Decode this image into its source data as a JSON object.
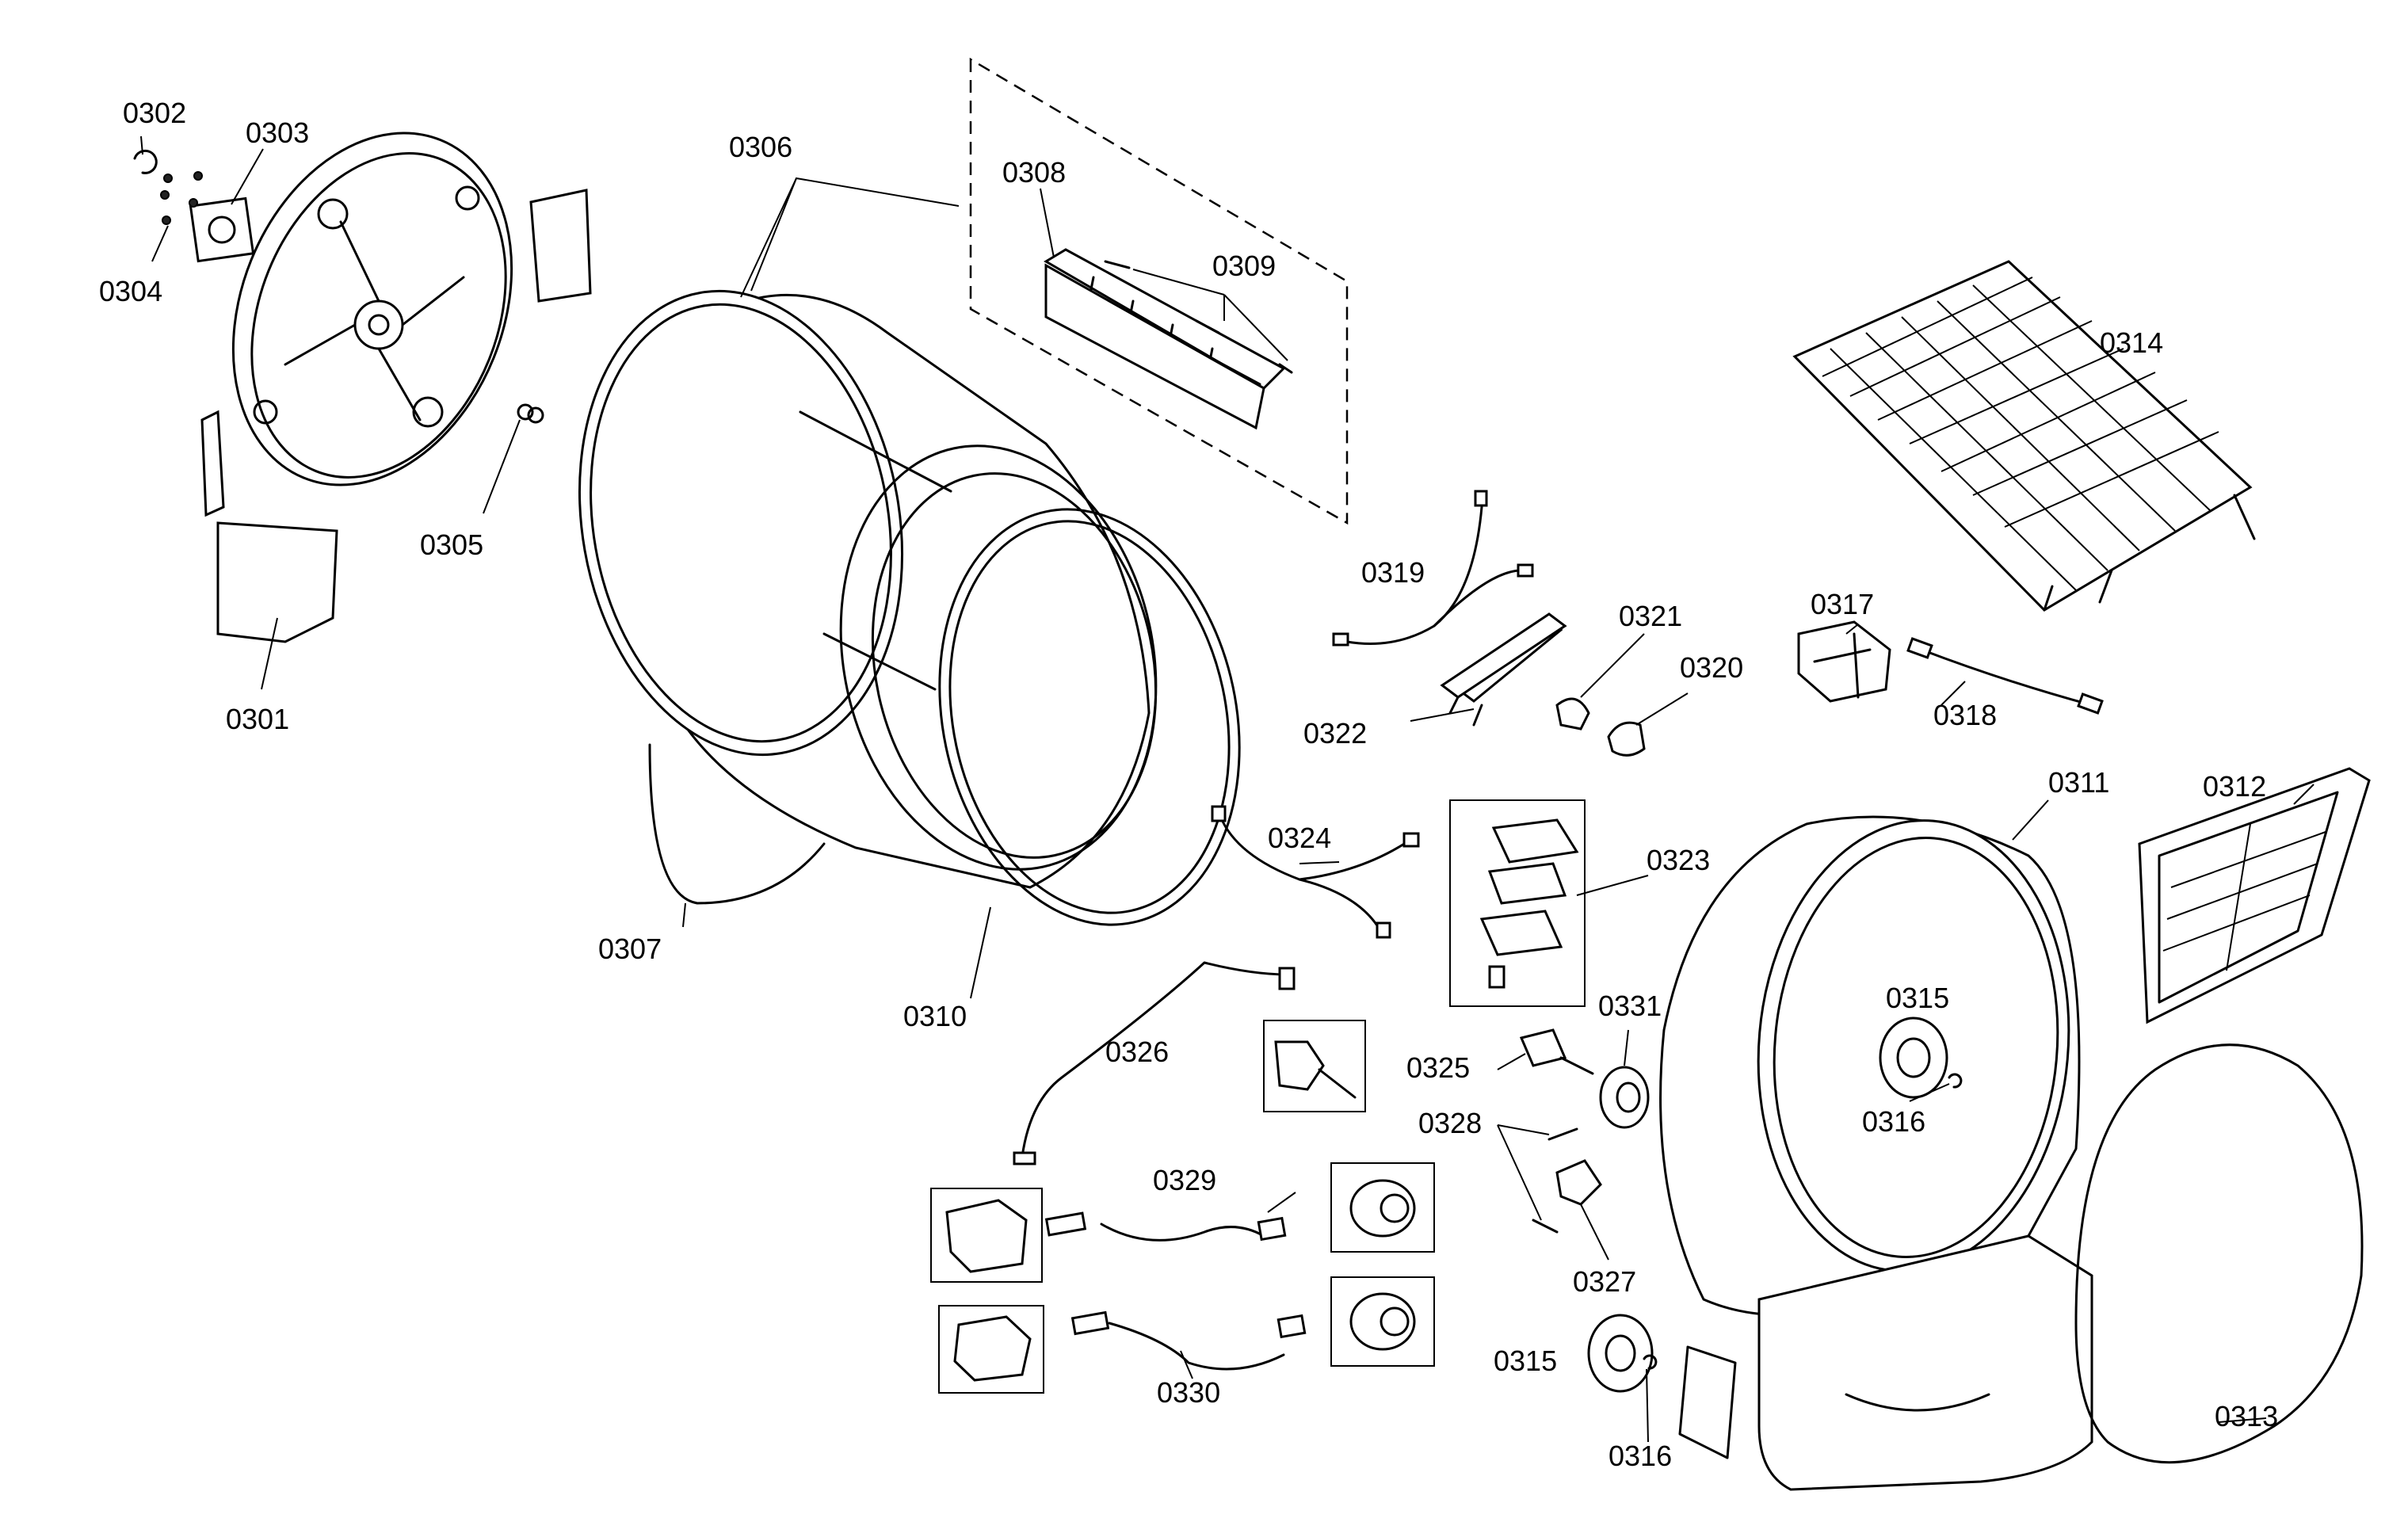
{
  "diagram": {
    "callouts": [
      "0301",
      "0302",
      "0303",
      "0304",
      "0305",
      "0306",
      "0307",
      "0308",
      "0309",
      "0310",
      "0311",
      "0312",
      "0313",
      "0314",
      "0315",
      "0315",
      "0316",
      "0316",
      "0317",
      "0318",
      "0319",
      "0320",
      "0321",
      "0322",
      "0323",
      "0324",
      "0325",
      "0326",
      "0327",
      "0328",
      "0329",
      "0330",
      "0331"
    ]
  }
}
